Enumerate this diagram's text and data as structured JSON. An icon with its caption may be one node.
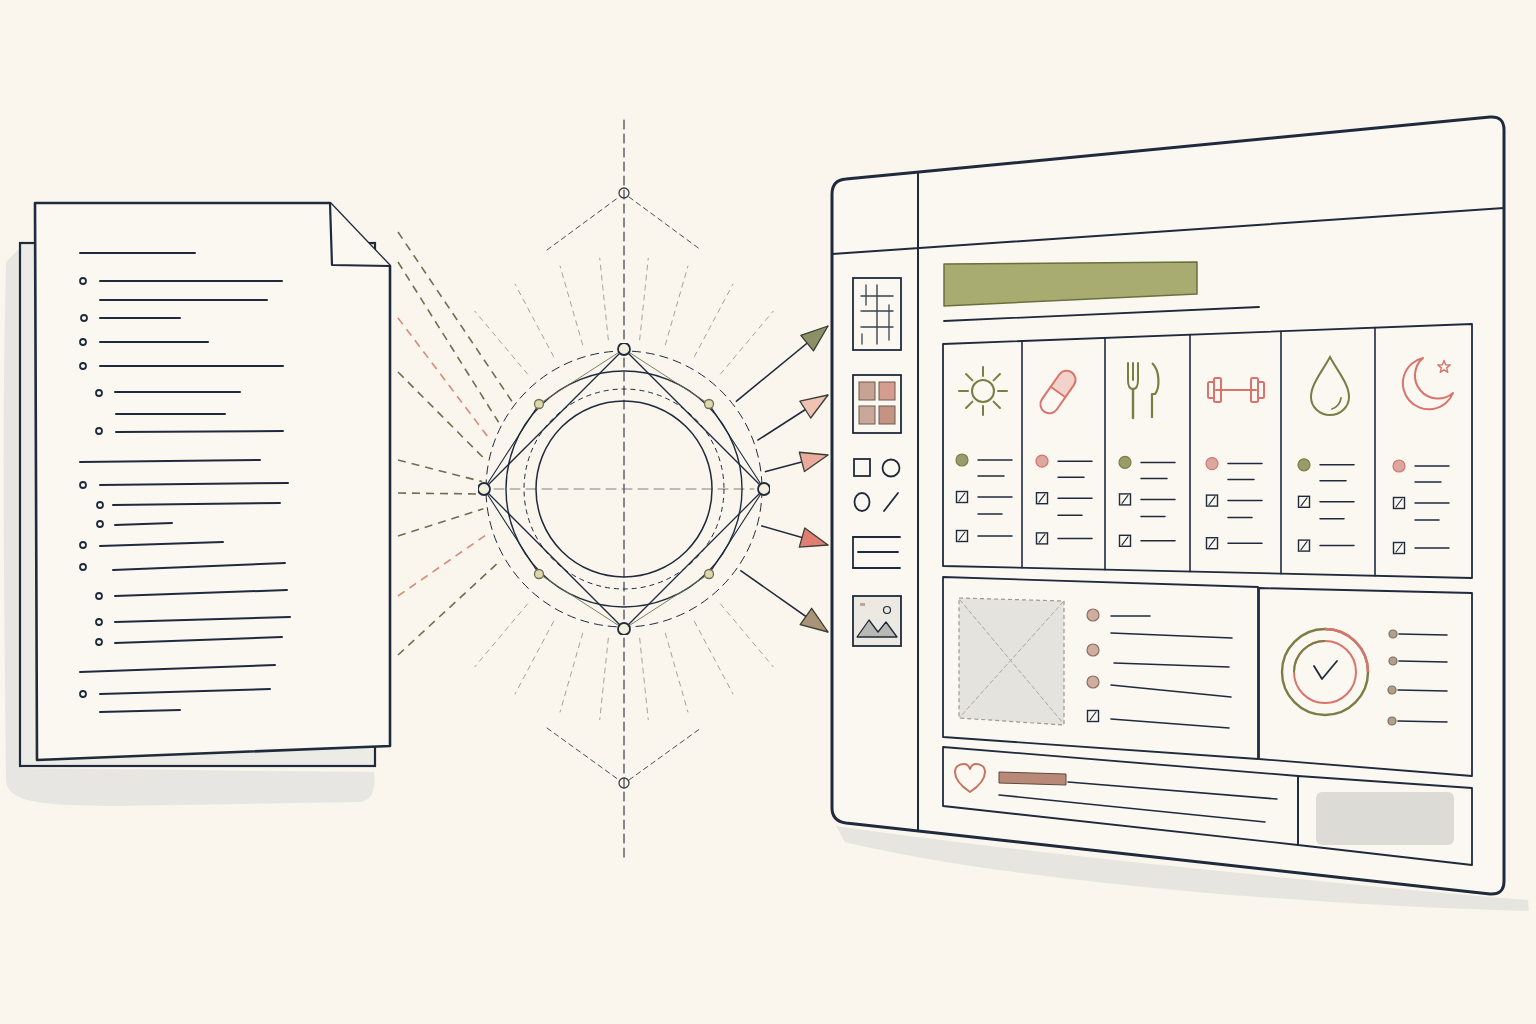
{
  "diagram": {
    "nodes": [
      {
        "text": [],
        "shape": "picture"
      },
      {
        "text": [],
        "shape": "circle"
      },
      {
        "text": [],
        "shape": "picture"
      }
    ],
    "edges": [
      {
        "from": 0,
        "to": 1,
        "arrow": "none",
        "style": "dashed"
      },
      {
        "from": 0,
        "to": 1,
        "arrow": "none",
        "style": "dashed"
      },
      {
        "from": 0,
        "to": 1,
        "arrow": "none",
        "style": "dashed",
        "color": "#d98a78"
      },
      {
        "from": 0,
        "to": 1,
        "arrow": "none",
        "style": "dashed"
      },
      {
        "from": 0,
        "to": 1,
        "arrow": "none",
        "style": "dashed"
      },
      {
        "from": 0,
        "to": 1,
        "arrow": "none",
        "style": "dashed"
      },
      {
        "from": 0,
        "to": 1,
        "arrow": "none",
        "style": "dashed"
      },
      {
        "from": 0,
        "to": 1,
        "arrow": "none",
        "style": "dashed",
        "color": "#d98a78"
      },
      {
        "from": 0,
        "to": 1,
        "arrow": "none",
        "style": "dashed"
      },
      {
        "from": 1,
        "to": 2,
        "arrow": "to"
      },
      {
        "from": 1,
        "to": 2,
        "arrow": "to"
      },
      {
        "from": 1,
        "to": 2,
        "arrow": "to"
      },
      {
        "from": 1,
        "to": 2,
        "arrow": "to"
      },
      {
        "from": 1,
        "to": 2,
        "arrow": "to"
      }
    ]
  }
}
